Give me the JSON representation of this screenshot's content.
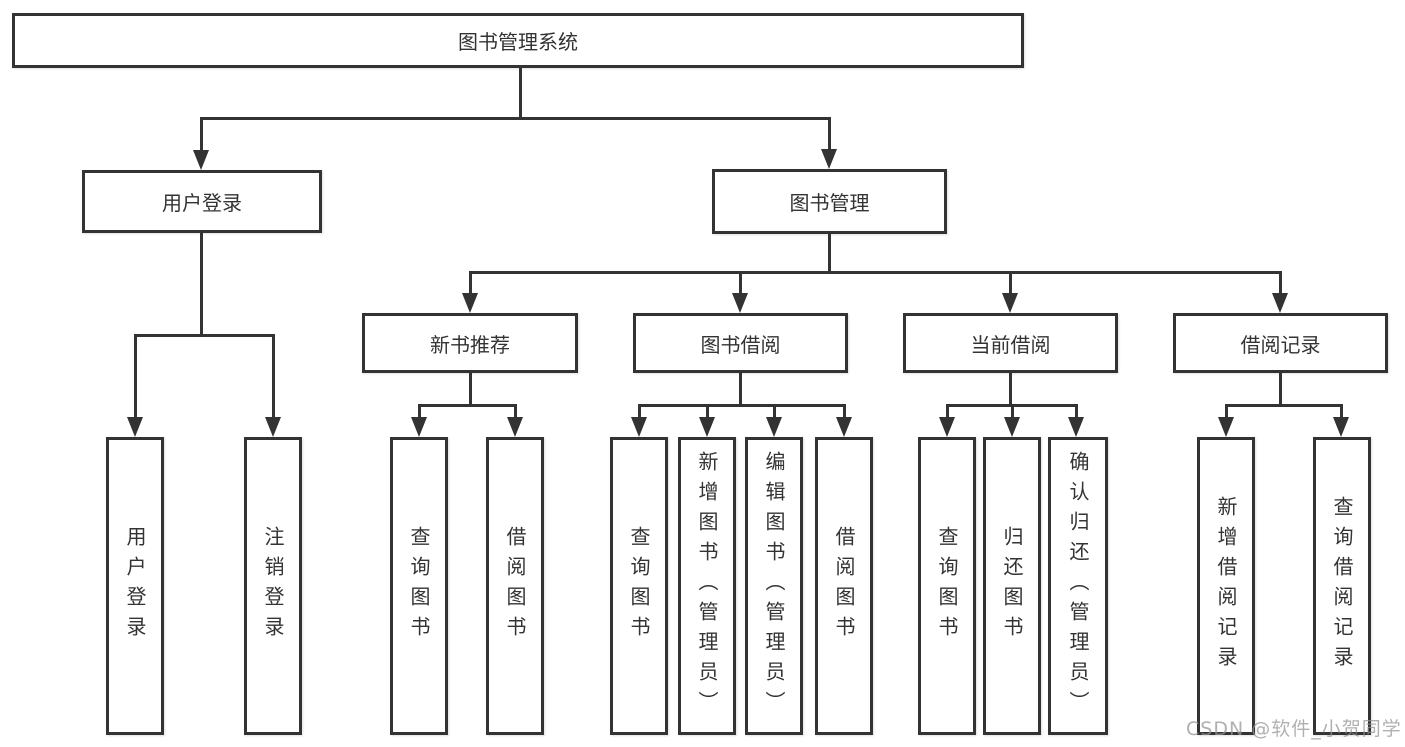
{
  "diagram": {
    "root": {
      "label": "图书管理系统"
    },
    "branches": [
      {
        "label": "用户登录",
        "children": [
          {
            "label": "用户登录"
          },
          {
            "label": "注销登录"
          }
        ]
      },
      {
        "label": "图书管理",
        "children": [
          {
            "label": "新书推荐",
            "children": [
              {
                "label": "查询图书"
              },
              {
                "label": "借阅图书"
              }
            ]
          },
          {
            "label": "图书借阅",
            "children": [
              {
                "label": "查询图书"
              },
              {
                "label": "新增图书（管理员）"
              },
              {
                "label": "编辑图书（管理员）"
              },
              {
                "label": "借阅图书"
              }
            ]
          },
          {
            "label": "当前借阅",
            "children": [
              {
                "label": "查询图书"
              },
              {
                "label": "归还图书"
              },
              {
                "label": "确认归还（管理员）"
              }
            ]
          },
          {
            "label": "借阅记录",
            "children": [
              {
                "label": "新增借阅记录"
              },
              {
                "label": "查询借阅记录"
              }
            ]
          }
        ]
      }
    ]
  },
  "watermark": "CSDN @软件_小贺同学",
  "colors": {
    "line": "#333333",
    "box_fill": "#ffffff",
    "text": "#333333",
    "watermark": "#969696"
  }
}
